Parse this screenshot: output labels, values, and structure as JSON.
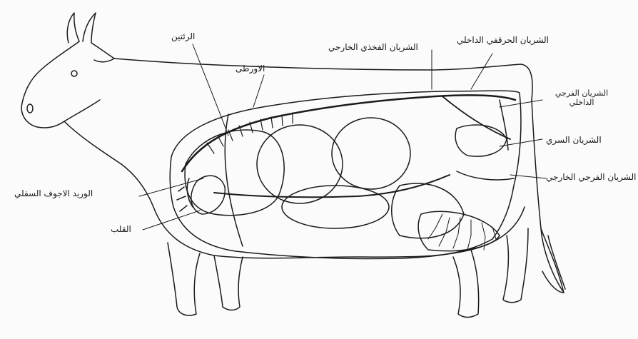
{
  "figure": {
    "labels": {
      "lungs": "الرئتين",
      "aorta": "الاورطى",
      "external_iliac_artery": "الشريان الفخذي الخارجي",
      "internal_iliac_artery": "الشريان الحرقفي الداخلي",
      "internal_pudendal_artery": "الشريان الفرجي الداخلي",
      "umbilical_artery": "الشريان السري",
      "external_pudendal_artery": "الشريان الفرجي الخارجي",
      "caudal_vena_cava": "الوريد الاجوف السفلي",
      "heart": "القلب"
    }
  },
  "colors": {
    "ink": "#1a1a1a",
    "paper": "#fbfbfb"
  }
}
